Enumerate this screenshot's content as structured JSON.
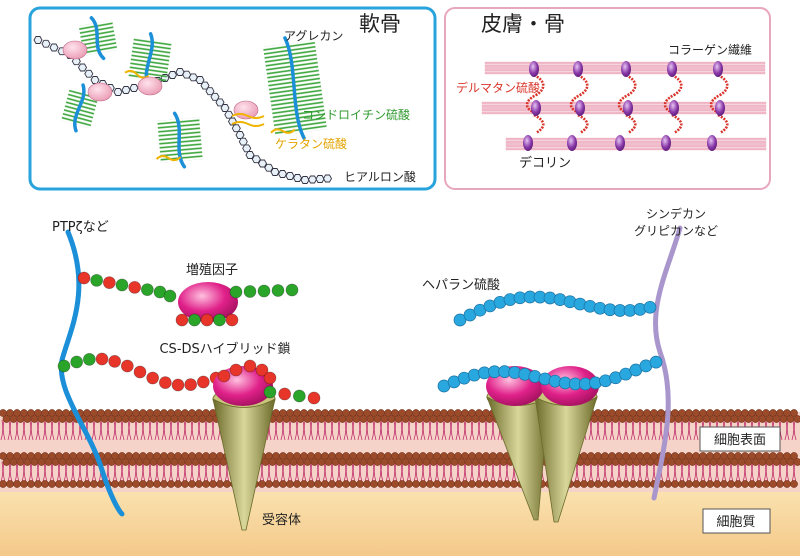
{
  "panels": {
    "cartilage": {
      "title": "軟骨",
      "labels": {
        "aggrecan": "アグレカン",
        "chondroitin_sulfate": "コンドロイチン硫酸",
        "keratan_sulfate": "ケラタン硫酸",
        "hyaluronic_acid": "ヒアルロン酸"
      }
    },
    "skin_bone": {
      "title": "皮膚・骨",
      "labels": {
        "collagen_fiber": "コラーゲン繊維",
        "dermatan_sulfate": "デルマタン硫酸",
        "decorin": "デコリン"
      }
    }
  },
  "cell_surface": {
    "labels": {
      "ptp": "PTPζなど",
      "growth_factor": "増殖因子",
      "cs_ds_hybrid": "CS-DSハイブリッド鎖",
      "heparan_sulfate": "ヘパラン硫酸",
      "syndecan": "シンデカン",
      "glypican": "グリピカンなど",
      "receptor": "受容体",
      "cell_surface_box": "細胞表面",
      "cytoplasm_box": "細胞質"
    }
  },
  "colors": {
    "panel_left_border": "#29a3dc",
    "panel_right_border": "#e8a6bf",
    "chondroitin_green": "#3aa53a",
    "keratan_yellow": "#f0b400",
    "dermatan_red": "#d9342b",
    "core_protein_blue": "#1b8fd8",
    "heparan_blue": "#29a8e0",
    "growth_factor_magenta": "#e0218a",
    "collagen_pink": "#f2b9c8",
    "decorin_purple": "#8a3aa8",
    "membrane_head": "#9b4a2a",
    "membrane_tail": "#c0306a",
    "cytoplasm": "#f7d9a0",
    "syndecan_purple": "#a996cc"
  }
}
